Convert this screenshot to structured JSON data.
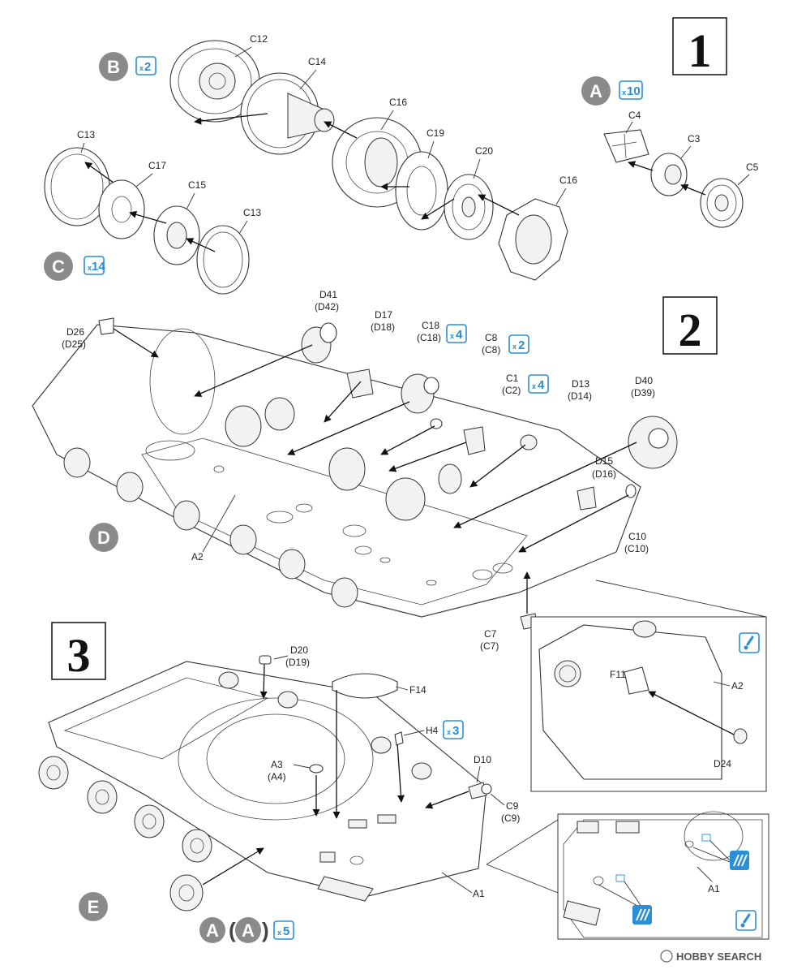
{
  "steps": {
    "s1": "1",
    "s2": "2",
    "s3": "3"
  },
  "groups": {
    "B": "B",
    "A": "A",
    "C": "C",
    "D": "D",
    "E": "E",
    "paren_open": "(",
    "paren_close": ")"
  },
  "quantities": {
    "x": "x",
    "B": "2",
    "A": "10",
    "C": "14",
    "C18": "4",
    "C8": "2",
    "C1": "4",
    "H4": "3",
    "A_step3": "5"
  },
  "labels": {
    "step1": {
      "C12": "C12",
      "C14": "C14",
      "C16a": "C16",
      "C19": "C19",
      "C20": "C20",
      "C16b": "C16",
      "C13a": "C13",
      "C17": "C17",
      "C15": "C15",
      "C13b": "C13",
      "C4": "C4",
      "C3": "C3",
      "C5": "C5"
    },
    "step2": {
      "D41": "D41",
      "D42": "(D42)",
      "D26": "D26",
      "D25": "(D25)",
      "D17": "D17",
      "D18": "(D18)",
      "C18": "C18",
      "C18p": "(C18)",
      "C8": "C8",
      "C8p": "(C8)",
      "C1": "C1",
      "C2": "(C2)",
      "D13": "D13",
      "D14": "(D14)",
      "D40": "D40",
      "D39": "(D39)",
      "D15": "D15",
      "D16": "(D16)",
      "C10": "C10",
      "C10p": "(C10)",
      "A2": "A2",
      "C7": "C7",
      "C7p": "(C7)",
      "F11": "F11",
      "A2_inset": "A2",
      "D24": "D24"
    },
    "step3": {
      "D20": "D20",
      "D19": "(D19)",
      "F14": "F14",
      "H4": "H4",
      "A3": "A3",
      "A4": "(A4)",
      "D10": "D10",
      "C9": "C9",
      "C9p": "(C9)",
      "A1": "A1",
      "A1_inset": "A1"
    }
  },
  "watermark": {
    "text": "HOBBY SEARCH"
  },
  "colors": {
    "accent": "#2a8fd6",
    "group_circle": "#8a8a8a",
    "ink": "#222222"
  },
  "icons": {
    "glue": "glue-icon",
    "paint": "paint-icon"
  }
}
